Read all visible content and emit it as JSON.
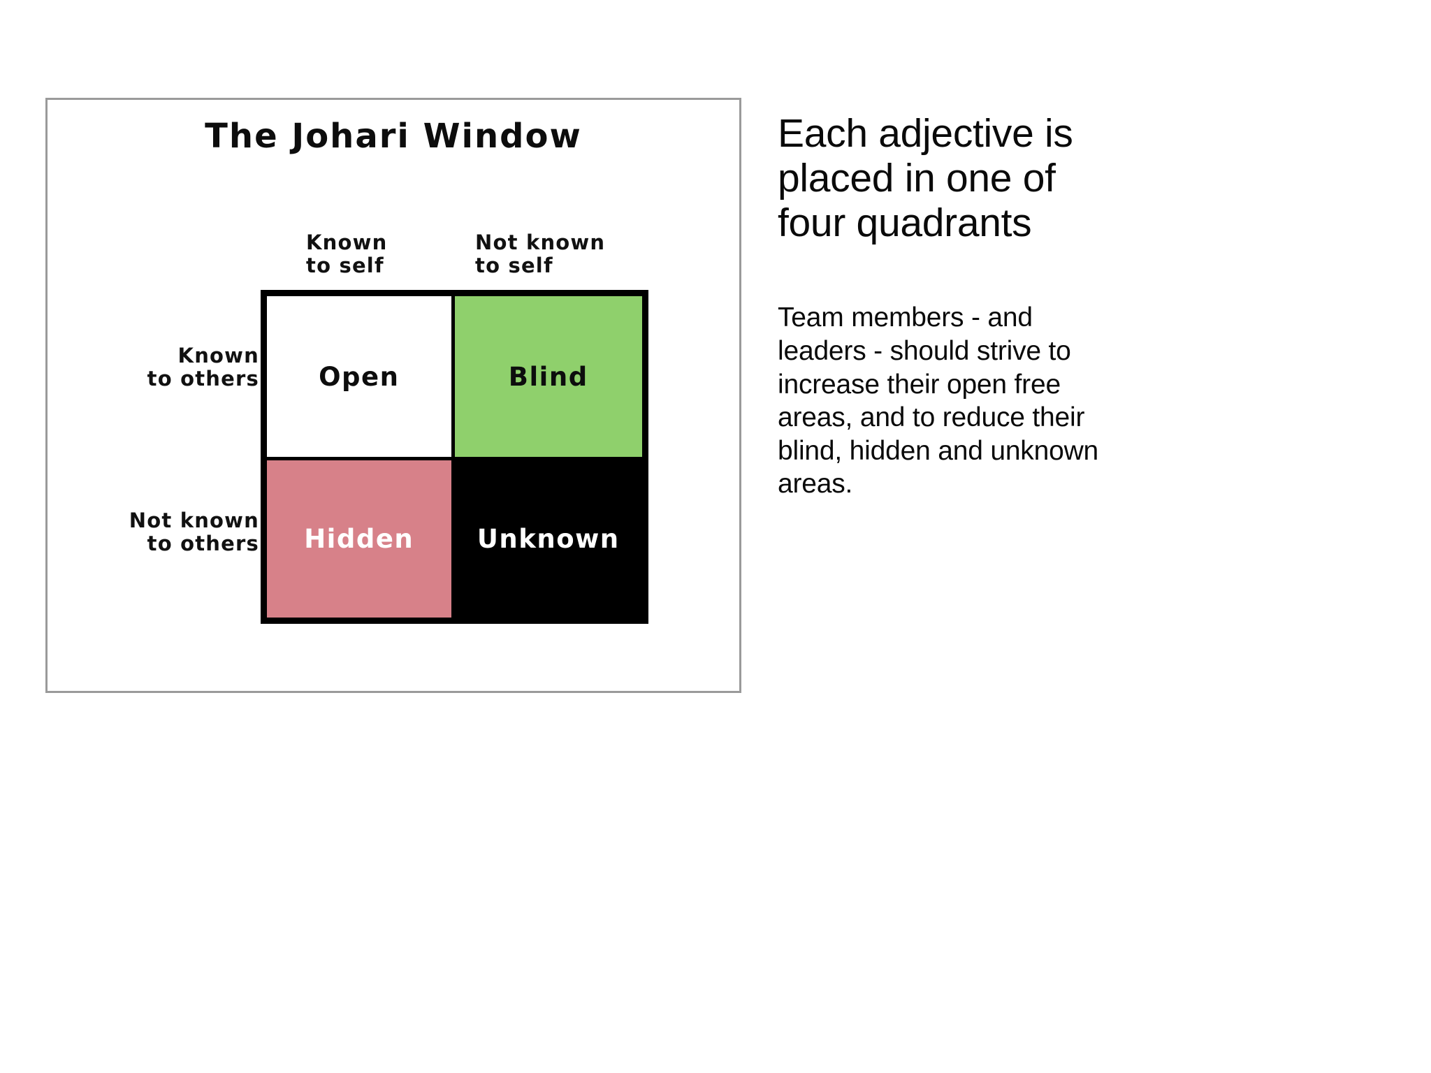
{
  "slide": {
    "background_color": "#ffffff"
  },
  "diagram": {
    "frame_border_color": "#9a9a9a",
    "title": "The Johari Window",
    "column_headers": [
      "Known\nto self",
      "Not known\nto self"
    ],
    "row_headers": [
      "Known\nto others",
      "Not known\nto others"
    ],
    "quadrants": [
      {
        "label": "Open",
        "fill": "#ffffff",
        "text_color": "#0d0d0d",
        "row": "Known to others",
        "column": "Known to self"
      },
      {
        "label": "Blind",
        "fill": "#8fd06c",
        "text_color": "#0d0d0d",
        "row": "Known to others",
        "column": "Not known to self"
      },
      {
        "label": "Hidden",
        "fill": "#d78189",
        "text_color": "#ffffff",
        "row": "Not known to others",
        "column": "Known to self"
      },
      {
        "label": "Unknown",
        "fill": "#000000",
        "text_color": "#ffffff",
        "row": "Not known to others",
        "column": "Not known to self"
      }
    ],
    "grid_border_color": "#000000"
  },
  "copy": {
    "lead": "Each adjective is placed in one of four quadrants",
    "body": "Team members - and leaders - should strive to increase their open free areas, and to reduce their blind, hidden and unknown areas."
  }
}
